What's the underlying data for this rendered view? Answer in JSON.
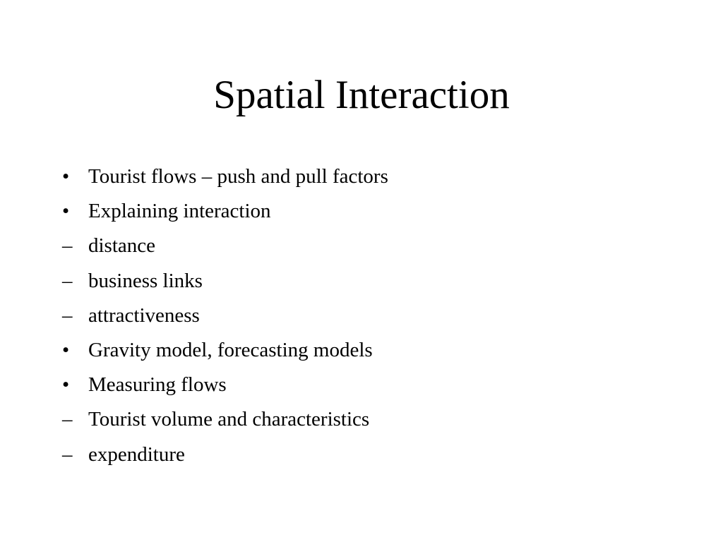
{
  "slide": {
    "title": "Spatial Interaction",
    "items": [
      {
        "marker": "•",
        "text": "Tourist flows – push and pull factors"
      },
      {
        "marker": "•",
        "text": "Explaining interaction"
      },
      {
        "marker": "–",
        "text": "distance"
      },
      {
        "marker": "–",
        "text": "business links"
      },
      {
        "marker": "–",
        "text": "attractiveness"
      },
      {
        "marker": "•",
        "text": "Gravity model, forecasting models"
      },
      {
        "marker": "•",
        "text": "Measuring flows"
      },
      {
        "marker": "–",
        "text": "Tourist volume and characteristics"
      },
      {
        "marker": "–",
        "text": "expenditure"
      }
    ]
  }
}
